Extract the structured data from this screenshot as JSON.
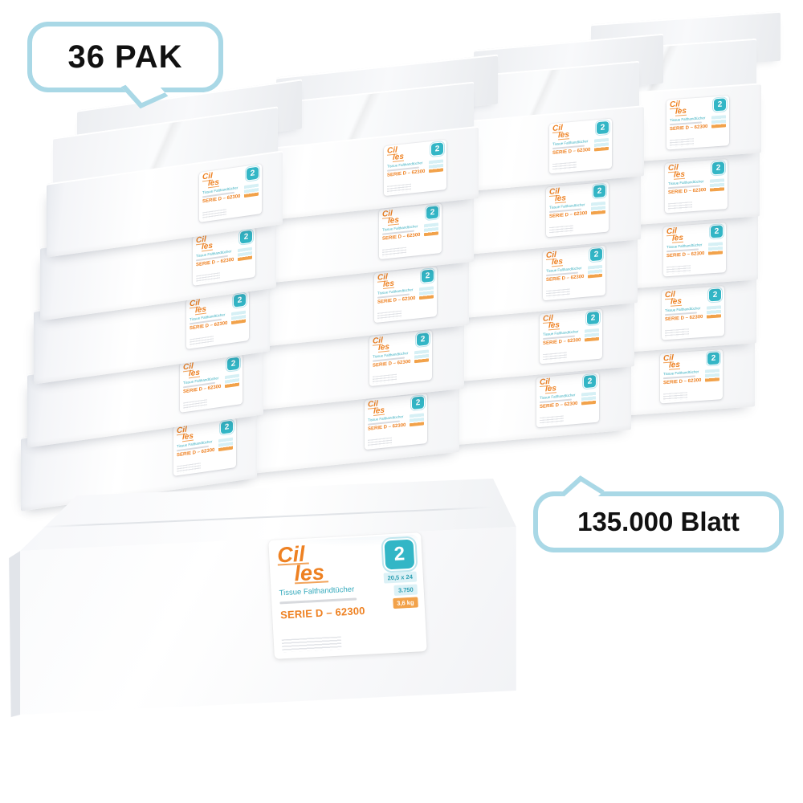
{
  "callouts": {
    "pack_count": "36 PAK",
    "sheet_count": "135.000 Blatt"
  },
  "label": {
    "brand_line1": "Cil",
    "brand_line2": "les",
    "badge": "2",
    "product": "Tissue Falthandtücher",
    "serie": "SERIE D – 62300",
    "chips": [
      {
        "text": "20,5 x 24",
        "type": "teal"
      },
      {
        "text": "3.750",
        "type": "teal"
      },
      {
        "text": "3,6 kg",
        "type": "orange"
      }
    ],
    "accent_orange": "#ee8122",
    "accent_teal": "#33b6c6",
    "bubble_border": "#a9d8e6"
  },
  "stack": {
    "wall_rows": 5,
    "wall_columns": 4,
    "front_boxes": 1
  }
}
